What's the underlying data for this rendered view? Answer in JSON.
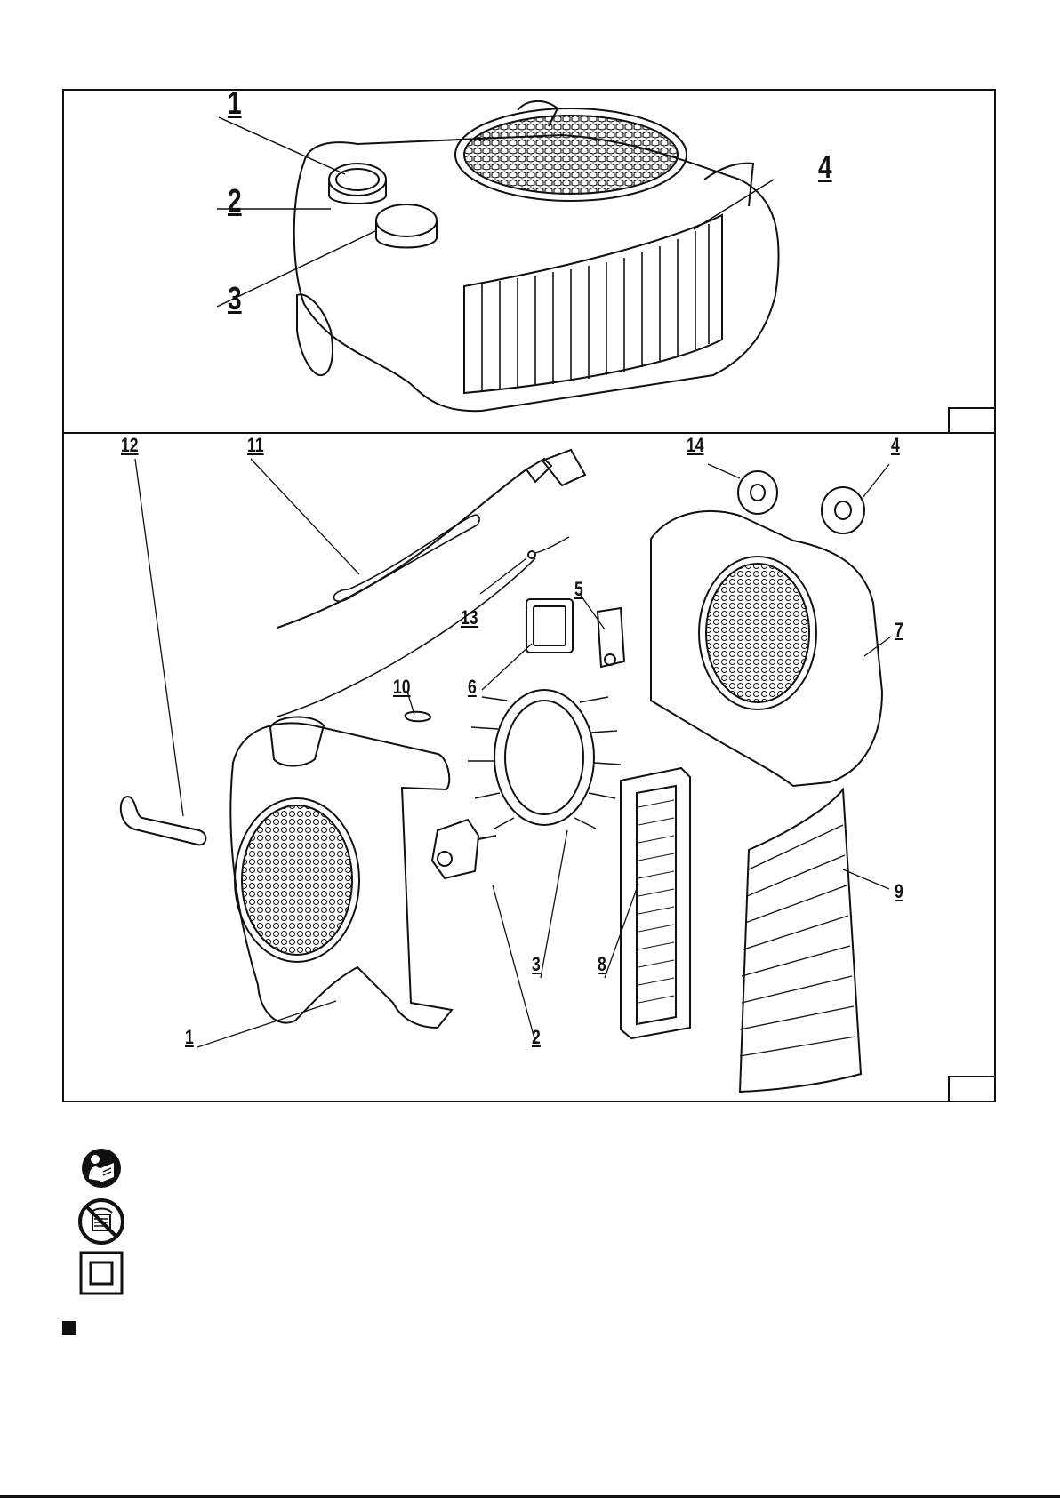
{
  "figure1": {
    "callouts": [
      "1",
      "2",
      "3",
      "4"
    ]
  },
  "figure2": {
    "callouts": [
      "12",
      "11",
      "14",
      "4",
      "5",
      "13",
      "7",
      "6",
      "10",
      "9",
      "3",
      "8",
      "1",
      "2"
    ]
  },
  "symbols": [
    {
      "name": "read-manual-icon"
    },
    {
      "name": "do-not-cover-icon"
    },
    {
      "name": "protection-class-ii-icon"
    }
  ]
}
